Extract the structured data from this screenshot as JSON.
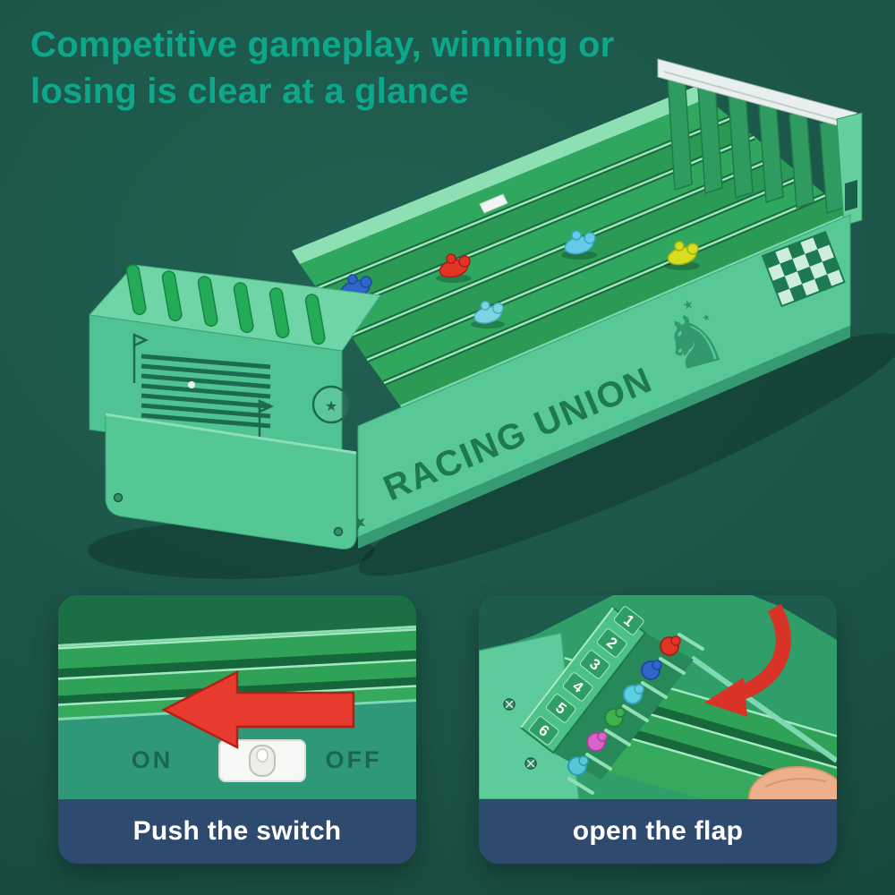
{
  "colors": {
    "background": "#216052",
    "headline_text": "#0da78c",
    "caption_bar": "#2e4a6e",
    "caption_text": "#ffffff",
    "arrow_red": "#e73b2f",
    "toy_body_green": "#58c897",
    "lane_green": "#2fa85f"
  },
  "headline": {
    "line1": "Competitive gameplay, winning or",
    "line2": "losing is clear at a glance"
  },
  "product": {
    "brand_text": "RACING UNION",
    "icons": {
      "star": "★",
      "horse_logo": "♞"
    },
    "horse_colors": [
      "#2f66cc",
      "#e23526",
      "#66cbe8",
      "#7fd4e4",
      "#d6de21"
    ]
  },
  "insets": {
    "left": {
      "caption": "Push the switch",
      "on_label": "ON",
      "off_label": "OFF"
    },
    "right": {
      "caption": "open the flap",
      "flap_numbers": [
        "1",
        "2",
        "3",
        "4",
        "5",
        "6"
      ]
    }
  }
}
